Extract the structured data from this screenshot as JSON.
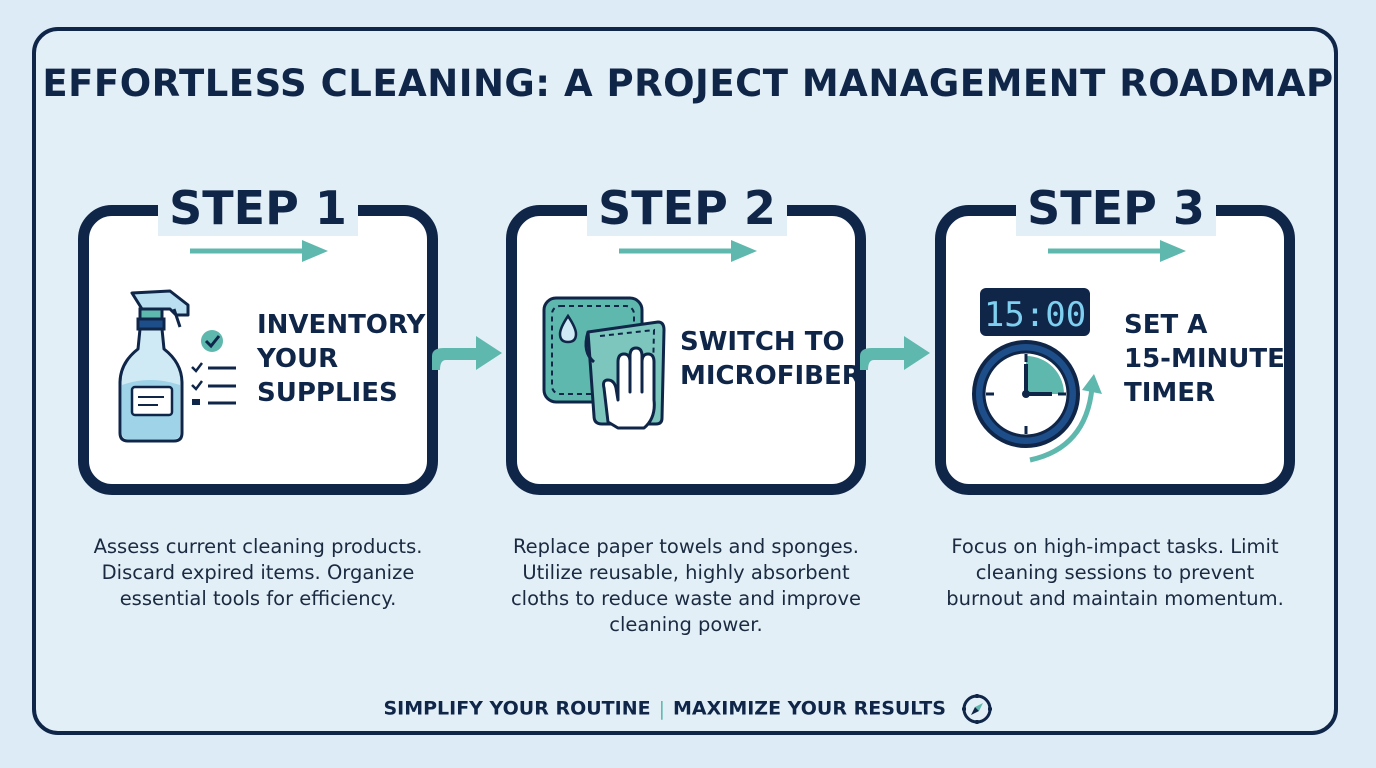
{
  "title": "EFFORTLESS CLEANING: A PROJECT MANAGEMENT ROADMAP",
  "steps": [
    {
      "label": "STEP 1",
      "title": "INVENTORY\nYOUR\nSUPPLIES",
      "icon": "spray-bottle-checklist-icon",
      "description": "Assess current cleaning products. Discard expired items. Organize essential tools for efficiency."
    },
    {
      "label": "STEP 2",
      "title": "SWITCH TO\nMICROFIBER",
      "icon": "microfiber-cloth-hand-icon",
      "description": "Replace paper towels and sponges. Utilize reusable, highly absorbent cloths to reduce waste and improve cleaning power."
    },
    {
      "label": "STEP 3",
      "title": "SET A\n15-MINUTE\nTIMER",
      "icon": "timer-clock-icon",
      "timer_display": "15:00",
      "description": "Focus on high-impact tasks. Limit cleaning sessions to prevent burnout and maintain momentum."
    }
  ],
  "footer": {
    "left": "SIMPLIFY YOUR ROUTINE",
    "separator": "|",
    "right": "MAXIMIZE YOUR RESULTS",
    "icon": "compass-icon"
  },
  "colors": {
    "navy": "#0f2649",
    "teal": "#5fb8ad",
    "light_teal": "#a9d6d3",
    "background": "#dcebf5"
  }
}
